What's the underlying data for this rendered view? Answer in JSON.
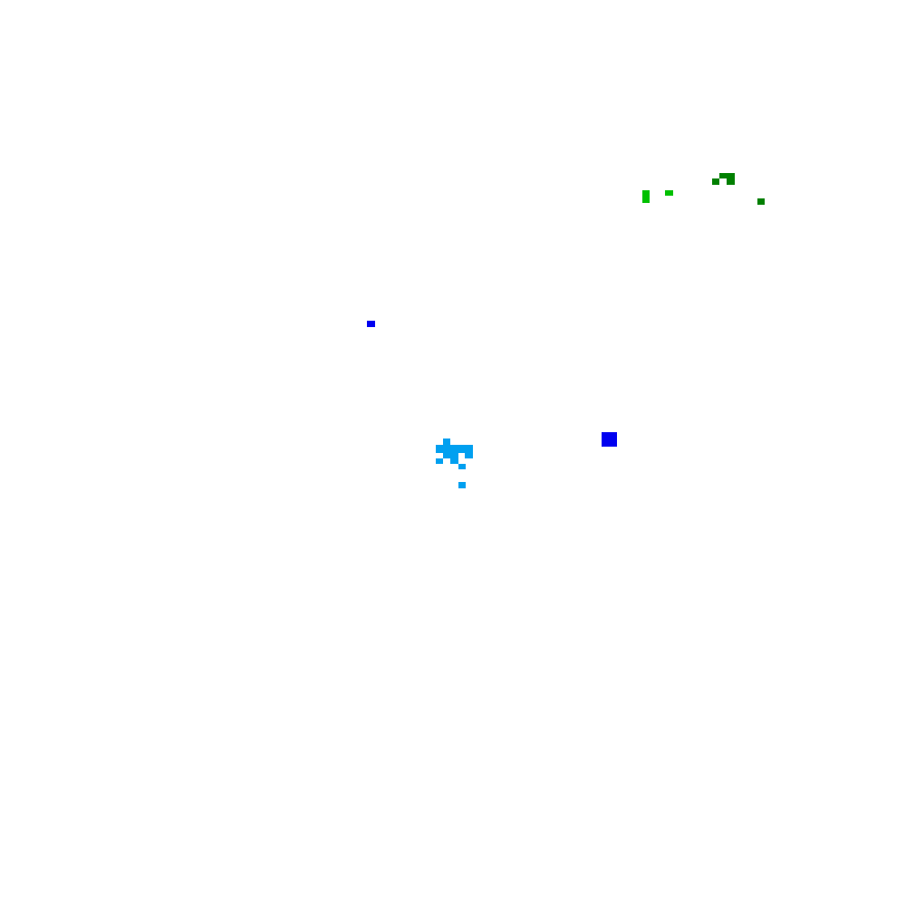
{
  "map": {
    "background_color": "#ffffff",
    "clusters": [
      {
        "id": "upper-right-dark-green",
        "color": "#008000"
      },
      {
        "id": "upper-right-light-green",
        "color": "#00c000"
      },
      {
        "id": "center-dark-blue",
        "color": "#0000f0"
      },
      {
        "id": "center-light-blue",
        "color": "#00a0f0"
      }
    ]
  }
}
